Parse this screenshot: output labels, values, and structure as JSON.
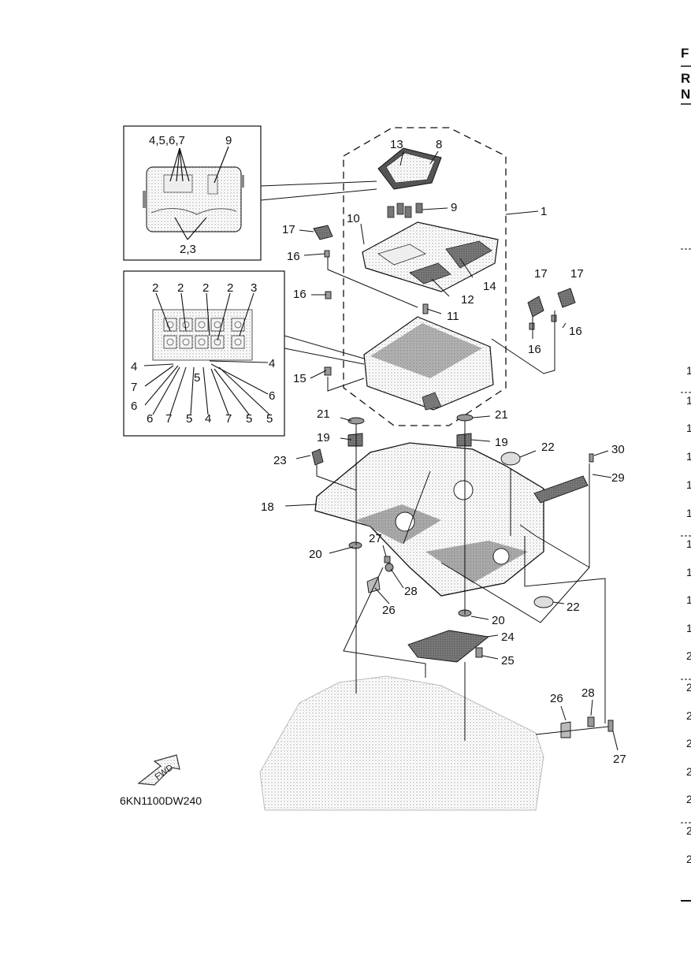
{
  "header": {
    "edge_letters": [
      "F",
      "R",
      "N"
    ]
  },
  "right_edge_numbers": [
    "1",
    "1",
    "1",
    "1",
    "1",
    "1",
    "1",
    "1",
    "1",
    "1",
    "2",
    "2",
    "2",
    "2",
    "2",
    "2",
    "2",
    "2"
  ],
  "inset_top": {
    "labels": {
      "group_4567": "4,5,6,7",
      "n9": "9",
      "n23": "2,3"
    }
  },
  "inset_bottom": {
    "row_top": [
      "2",
      "2",
      "2",
      "2",
      "3"
    ],
    "left_side": [
      "4",
      "7",
      "6"
    ],
    "right_side": [
      "4",
      "6"
    ],
    "row_bottom": [
      "6",
      "7",
      "5",
      "4",
      "7",
      "5",
      "5"
    ],
    "middle": "5"
  },
  "callouts": {
    "c1": "1",
    "c8": "8",
    "c13": "13",
    "c9": "9",
    "c10": "10",
    "c17a": "17",
    "c16a": "16",
    "c14": "14",
    "c12": "12",
    "c16b": "16",
    "c11": "11",
    "c17b": "17",
    "c17c": "17",
    "c16c": "16",
    "c16d": "16",
    "c15": "15",
    "c21a": "21",
    "c21b": "21",
    "c19a": "19",
    "c19b": "19",
    "c22a": "22",
    "c30": "30",
    "c23": "23",
    "c29": "29",
    "c18": "18",
    "c27a": "27",
    "c20a": "20",
    "c28a": "28",
    "c26a": "26",
    "c22b": "22",
    "c20b": "20",
    "c24": "24",
    "c25": "25",
    "c26b": "26",
    "c28b": "28",
    "c27b": "27"
  },
  "fwd_label": "FWD",
  "diagram_code": "6KN1100DW240"
}
